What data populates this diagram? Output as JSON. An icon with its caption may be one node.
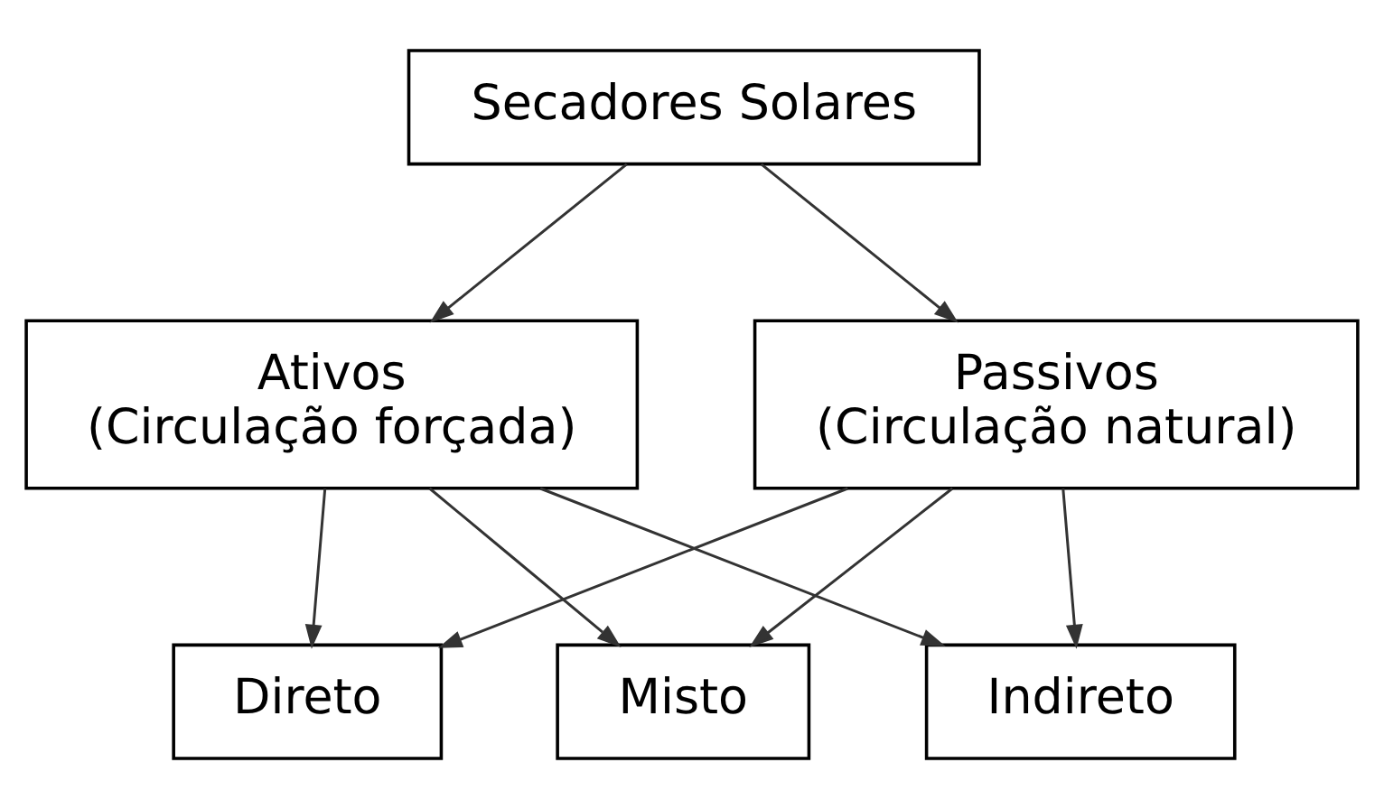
{
  "diagram": {
    "nodes": [
      {
        "text": [
          "Secadores Solares"
        ]
      },
      {
        "text": [
          "Ativos",
          "(Circulação forçada)"
        ]
      },
      {
        "text": [
          "Passivos",
          "(Circulação natural)"
        ]
      },
      {
        "text": [
          "Direto"
        ]
      },
      {
        "text": [
          "Misto"
        ]
      },
      {
        "text": [
          "Indireto"
        ]
      }
    ],
    "edges": [
      {
        "from": 0,
        "to": 1,
        "arrow": "to"
      },
      {
        "from": 0,
        "to": 2,
        "arrow": "to"
      },
      {
        "from": 1,
        "to": 3,
        "arrow": "to"
      },
      {
        "from": 1,
        "to": 4,
        "arrow": "to"
      },
      {
        "from": 1,
        "to": 5,
        "arrow": "to"
      },
      {
        "from": 2,
        "to": 3,
        "arrow": "to"
      },
      {
        "from": 2,
        "to": 4,
        "arrow": "to"
      },
      {
        "from": 2,
        "to": 5,
        "arrow": "to"
      }
    ]
  }
}
